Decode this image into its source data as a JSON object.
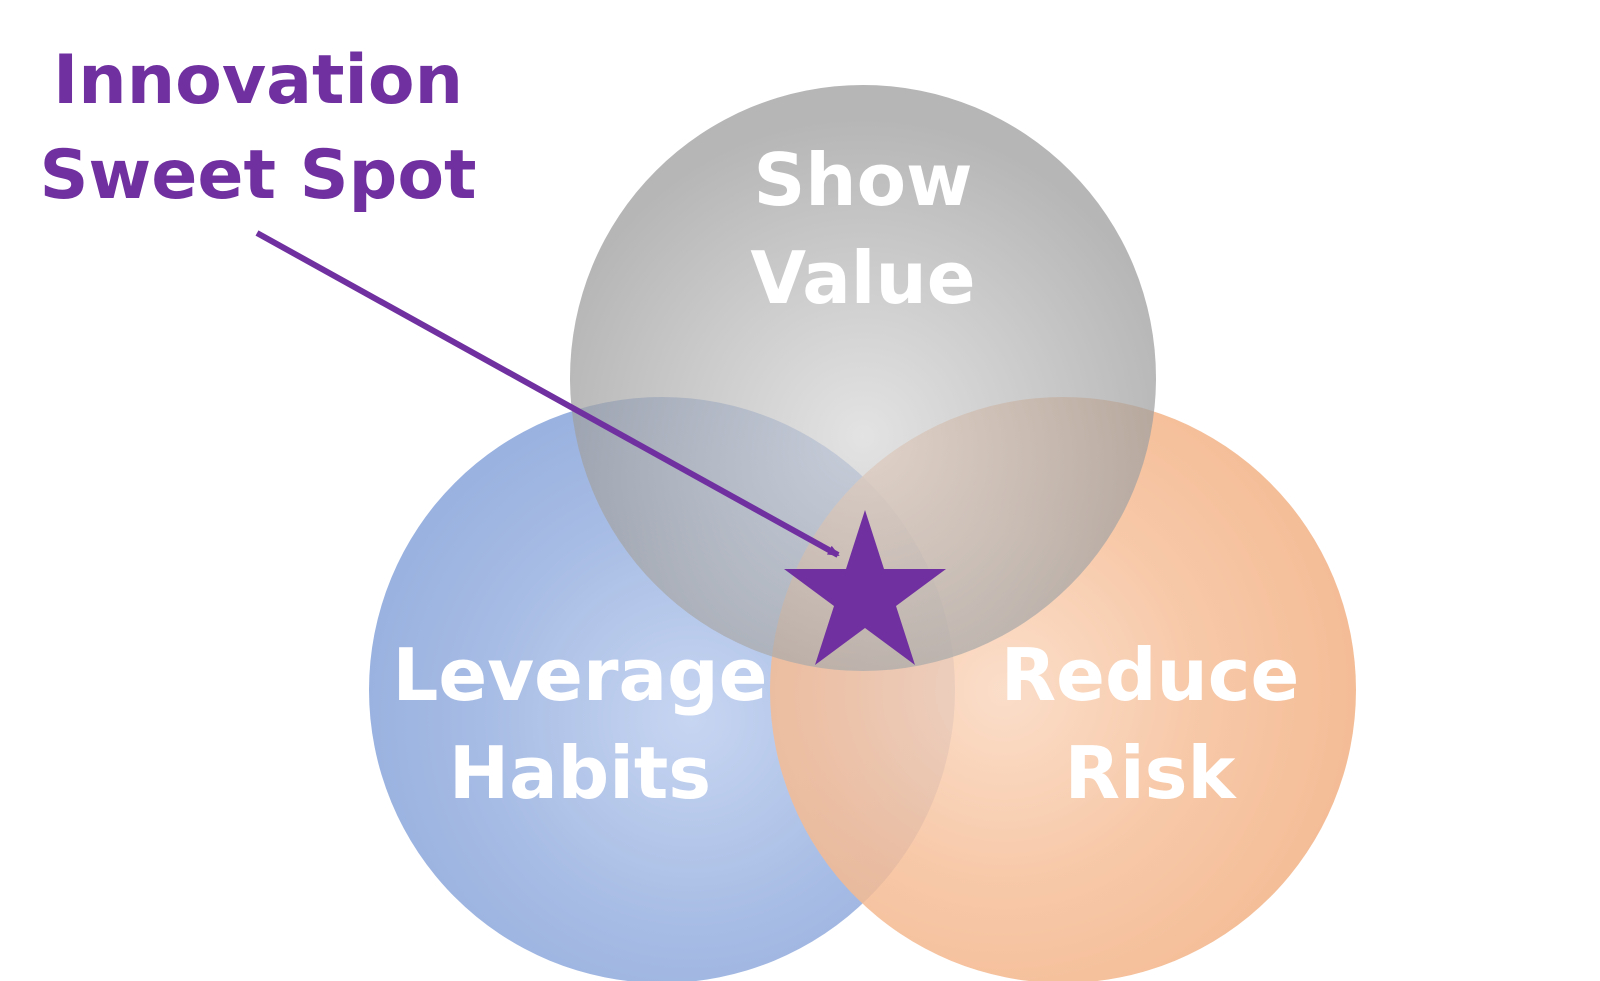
{
  "diagram": {
    "colors": {
      "show_value": "#a0a0a0",
      "leverage_habits": "#8ea9dc",
      "reduce_risk": "#f4b183",
      "accent": "#7030a0",
      "label_text": "#ffffff",
      "background": "#ffffff"
    },
    "callout": {
      "line1": "Innovation",
      "line2": "Sweet Spot",
      "icon": "arrow-icon"
    },
    "center_marker": {
      "icon": "star-icon"
    },
    "circles": {
      "show_value": {
        "line1": "Show",
        "line2": "Value"
      },
      "leverage_habits": {
        "line1": "Leverage",
        "line2": "Habits"
      },
      "reduce_risk": {
        "line1": "Reduce",
        "line2": "Risk"
      }
    }
  }
}
